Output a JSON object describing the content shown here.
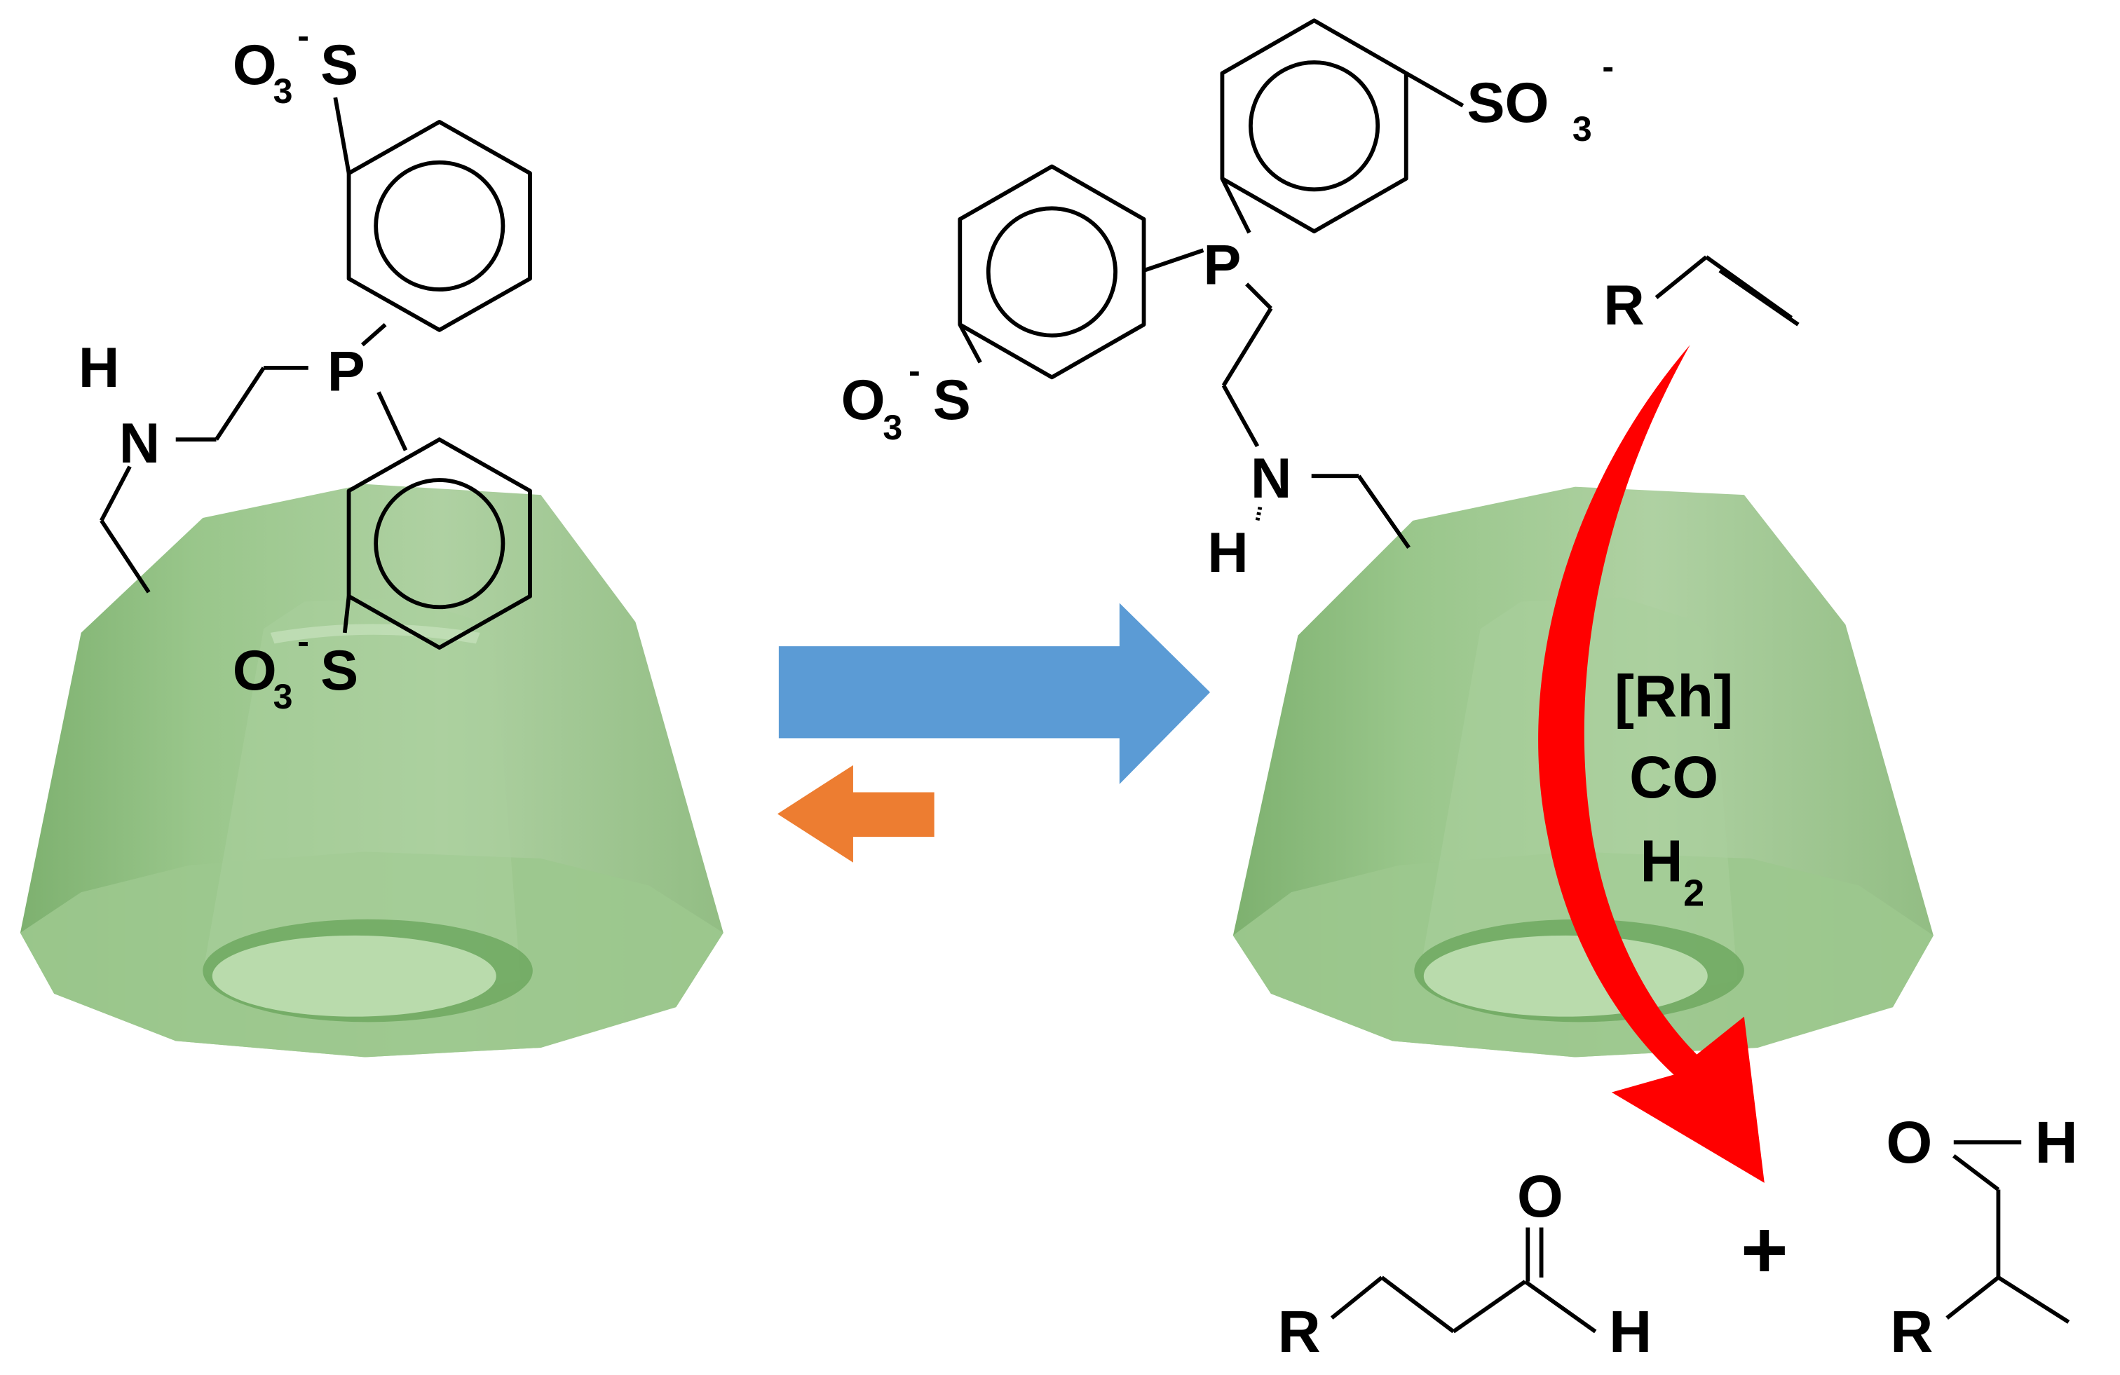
{
  "left_complex": {
    "sulfonate_top": {
      "o": "O",
      "o_sub": "3",
      "charge": "-",
      "s": "S"
    },
    "sulfonate_bottom": {
      "o": "O",
      "o_sub": "3",
      "charge": "-",
      "s": "S"
    },
    "amine_h": "H",
    "amine_n": "N",
    "phosphorus": "P"
  },
  "right_complex": {
    "sulfonate_right": {
      "text": "SO",
      "sub": "3",
      "charge": "-"
    },
    "sulfonate_left": {
      "o": "O",
      "o_sub": "3",
      "charge": "-",
      "s": "S"
    },
    "phosphorus": "P",
    "amine_n": "N",
    "amine_h": "H"
  },
  "substrate": {
    "r": "R"
  },
  "conditions": {
    "catalyst": "[Rh]",
    "gas1": "CO",
    "gas2": "H",
    "gas2_sub": "2"
  },
  "products": {
    "linear": {
      "r": "R",
      "o": "O",
      "h": "H"
    },
    "plus": "+",
    "branched": {
      "r": "R",
      "o": "O",
      "h": "H"
    }
  },
  "colors": {
    "cyclodextrin": "#8fbf7f",
    "forward_arrow": "#5b9bd5",
    "reverse_arrow": "#ed7d31",
    "reaction_arrow": "#ff0000"
  }
}
